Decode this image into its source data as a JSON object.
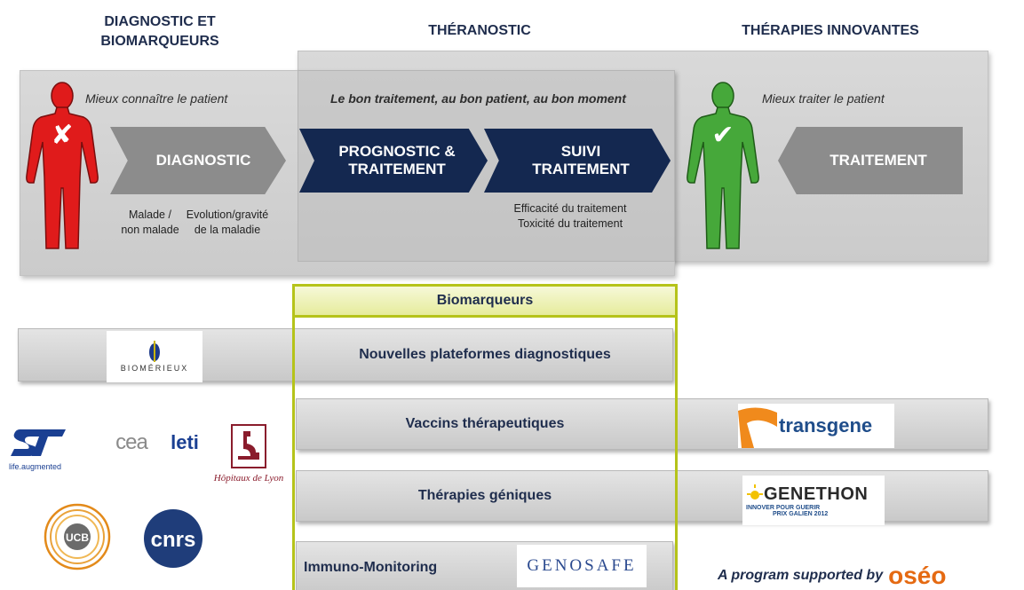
{
  "headers": {
    "diag_line1": "DIAGNOSTIC ET",
    "diag_line2": "BIOMARQUEURS",
    "theranostic": "THÉRANOSTIC",
    "therapies": "THÉRAPIES INNOVANTES"
  },
  "subtitles": {
    "left": "Mieux connaître le patient",
    "middle": "Le bon traitement, au bon patient, au bon moment",
    "right": "Mieux traiter le patient"
  },
  "arrows": {
    "diagnostic": "DIAGNOSTIC",
    "prognostic_line1": "PROGNOSTIC &",
    "prognostic_line2": "TRAITEMENT",
    "suivi_line1": "SUIVI",
    "suivi_line2": "TRAITEMENT",
    "traitement": "TRAITEMENT"
  },
  "notes": {
    "malade_line1": "Malade /",
    "malade_line2": "non malade",
    "evolution_line1": "Evolution/gravité",
    "evolution_line2": "de la maladie",
    "efficacite": "Efficacité du traitement",
    "toxicite": "Toxicité du traitement"
  },
  "figures": {
    "sick_mark": "✘",
    "healthy_mark": "✔",
    "sick_color": "#e01b1b",
    "healthy_color": "#46a83a"
  },
  "biomarqueurs": {
    "title": "Biomarqueurs",
    "accent": "#b5c31a"
  },
  "bars": {
    "plateformes": "Nouvelles plateformes diagnostiques",
    "vaccins": "Vaccins thérapeutiques",
    "geniques": "Thérapies géniques",
    "immuno": "Immuno-Monitoring"
  },
  "logos": {
    "biomerieux": "BIOMÉRIEUX",
    "transgene": "transgene",
    "genethon": "GENETHON",
    "genethon_tag1": "INNOVER POUR GUERIR",
    "genethon_tag2": "PRIX GALIEN 2012",
    "genosafe": "GENOSAFE",
    "st": "ST",
    "st_tag": "life.augmented",
    "cea": "cea",
    "leti": "leti",
    "hopitaux": "Hôpitaux de Lyon",
    "ucb": "UCB",
    "cnrs": "cnrs"
  },
  "footer": {
    "program": "A program supported by",
    "oseo": "oséo"
  }
}
